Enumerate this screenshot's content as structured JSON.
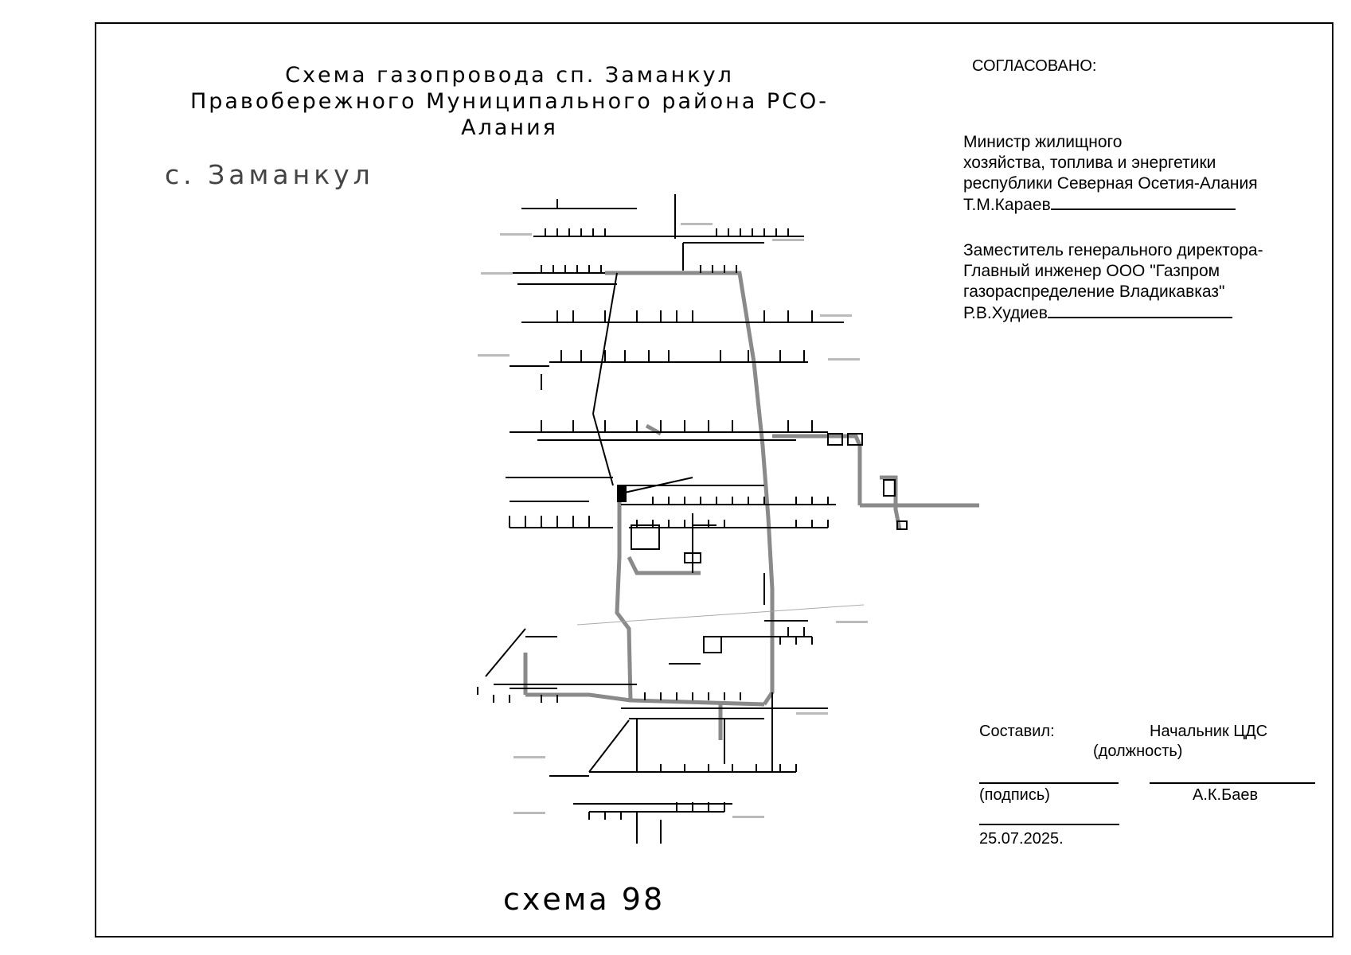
{
  "drawing": {
    "title_line1": "Схема газопровода сп. Заманкул",
    "title_line2": "Правобережного Муниципального района РСО-Алания",
    "village_label": "с. Заманкул",
    "scheme_number": "схема 98"
  },
  "approval": {
    "heading": "СОГЛАСОВАНО:",
    "approver1_line1": "Министр   жилищного",
    "approver1_line2": "хозяйства, топлива и энергетики",
    "approver1_line3": "республики Северная Осетия-Алания",
    "approver1_name": "Т.М.Караев",
    "approver2_line1": "Заместитель генерального директора-",
    "approver2_line2": "Главный инженер  ООО \"Газпром",
    "approver2_line3": "газораспределение Владикавказ\"",
    "approver2_name": "Р.В.Худиев"
  },
  "compiled": {
    "label": "Составил:",
    "position": "Начальник ЦДС",
    "position_caption": "(должность)",
    "signature_caption": "(подпись)",
    "name": "А.К.Баев",
    "date": "25.07.2025."
  },
  "colors": {
    "main_pipe": "#8a8a8a",
    "line": "#000000"
  }
}
